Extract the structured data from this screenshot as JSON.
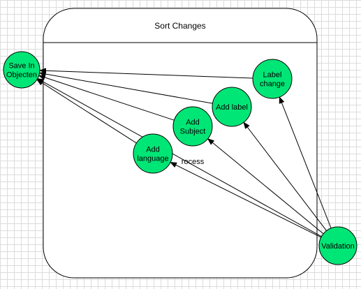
{
  "diagram": {
    "container": {
      "title": "Sort Changes"
    },
    "overlay_text": "rocess",
    "nodes": [
      {
        "id": "save",
        "lines": [
          "Save In",
          "Objecten"
        ]
      },
      {
        "id": "label_change",
        "lines": [
          "Label",
          "change"
        ]
      },
      {
        "id": "add_label",
        "lines": [
          "Add label"
        ]
      },
      {
        "id": "add_subject",
        "lines": [
          "Add",
          "Subject"
        ]
      },
      {
        "id": "add_language",
        "lines": [
          "Add",
          "language"
        ]
      },
      {
        "id": "validation",
        "lines": [
          "Validation"
        ]
      }
    ],
    "edges": [
      {
        "from": "label_change",
        "to": "save"
      },
      {
        "from": "add_label",
        "to": "save"
      },
      {
        "from": "add_subject",
        "to": "save"
      },
      {
        "from": "add_language",
        "to": "save"
      },
      {
        "from": "validation",
        "to": "save"
      },
      {
        "from": "validation",
        "to": "label_change"
      },
      {
        "from": "validation",
        "to": "add_label"
      },
      {
        "from": "validation",
        "to": "add_subject"
      },
      {
        "from": "validation",
        "to": "add_language"
      }
    ],
    "colors": {
      "node_fill": "#00e676",
      "stroke": "#000000",
      "grid": "#dcdcdc"
    }
  }
}
